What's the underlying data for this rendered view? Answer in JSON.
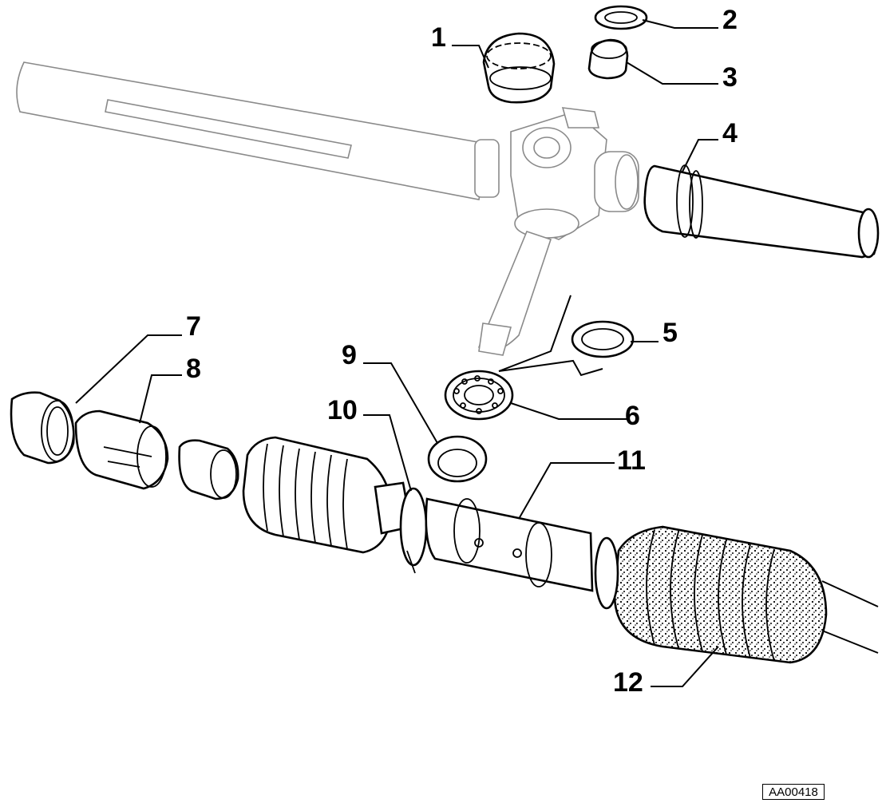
{
  "diagram": {
    "reference_code": "AA00418",
    "callouts": [
      {
        "id": 1,
        "label": "1"
      },
      {
        "id": 2,
        "label": "2"
      },
      {
        "id": 3,
        "label": "3"
      },
      {
        "id": 4,
        "label": "4"
      },
      {
        "id": 5,
        "label": "5"
      },
      {
        "id": 6,
        "label": "6"
      },
      {
        "id": 7,
        "label": "7"
      },
      {
        "id": 8,
        "label": "8"
      },
      {
        "id": 9,
        "label": "9"
      },
      {
        "id": 10,
        "label": "10"
      },
      {
        "id": 11,
        "label": "11"
      },
      {
        "id": 12,
        "label": "12"
      }
    ]
  }
}
